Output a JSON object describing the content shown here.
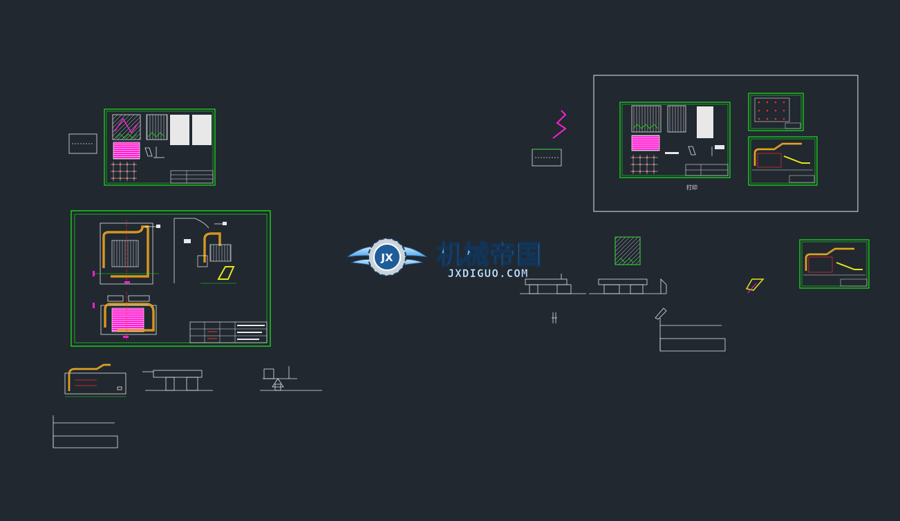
{
  "canvas": {
    "background_color": "#212830",
    "drawing_colors": {
      "frame_green": "#19e619",
      "line_white": "#e8e8e8",
      "magenta": "#ff1fd2",
      "red": "#ff2a2a",
      "yellow": "#e6e619",
      "cyan": "#3ad8e8"
    }
  },
  "print_area": {
    "label": "打印"
  },
  "watermark": {
    "title": "机械帝国",
    "url": "JXDIGUO.COM",
    "emblem_text": "JX",
    "icon": "gear-wings-logo"
  }
}
